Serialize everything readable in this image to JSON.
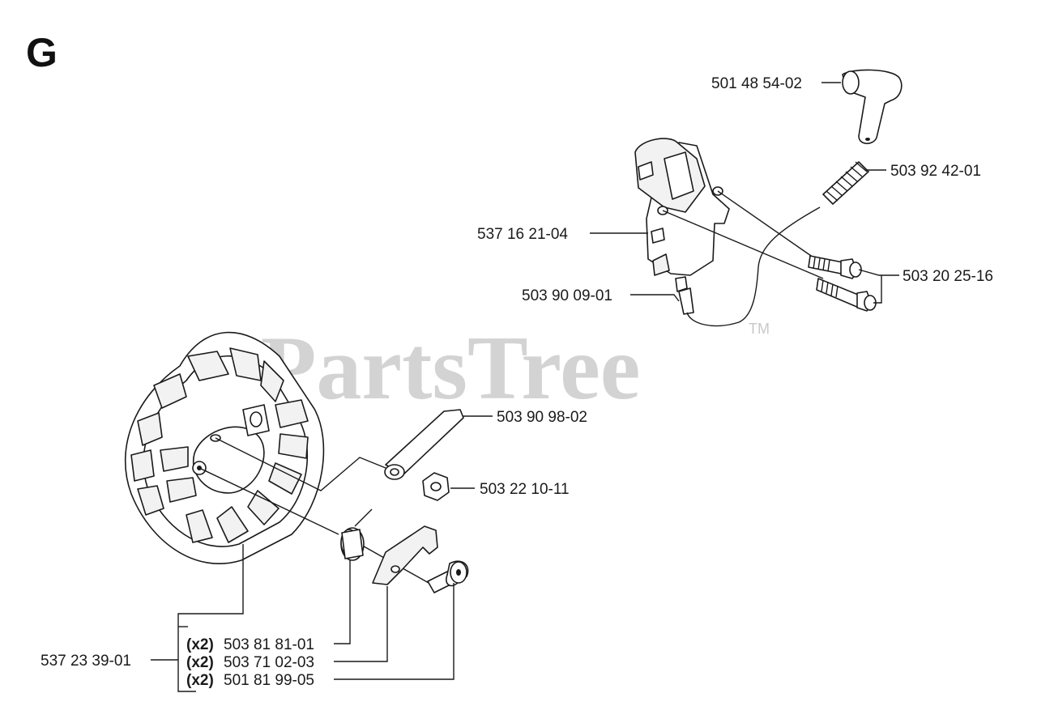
{
  "section_letter": "G",
  "watermark": {
    "text": "PartsTree",
    "tm": "TM"
  },
  "parts": {
    "ignition_cable_cap": "501 48 54-02",
    "spring": "503 92 42-01",
    "ignition_module": "537 16 21-04",
    "screws": "503 20 25-16",
    "wire_connector": "503 90 09-01",
    "short_circuit_cable": "503 90 98-02",
    "nut": "503 22 10-11",
    "flywheel_kit": "537 23 39-01"
  },
  "kit_items": [
    {
      "qty": "(x2)",
      "part": "503 81 81-01"
    },
    {
      "qty": "(x2)",
      "part": "503 71 02-03"
    },
    {
      "qty": "(x2)",
      "part": "501 81 99-05"
    }
  ]
}
